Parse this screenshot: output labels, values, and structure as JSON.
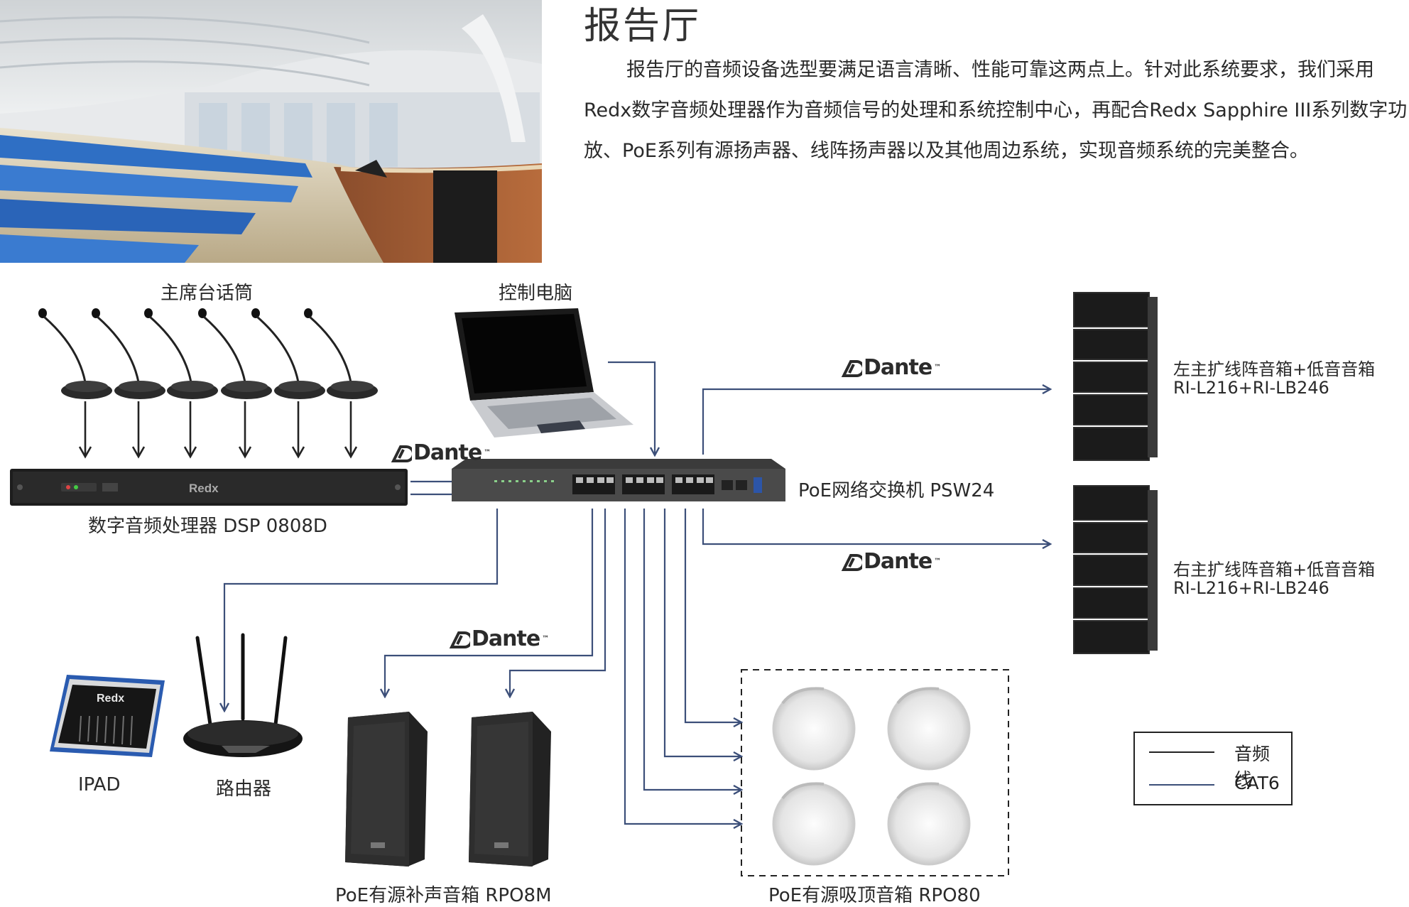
{
  "header": {
    "title": "报告厅",
    "paragraph": "报告厅的音频设备选型要满足语言清晰、性能可靠这两点上。针对此系统要求，我们采用Redx数字音频处理器作为音频信号的处理和系统控制中心，再配合Redx Sapphire III系列数字功放、PoE系列有源扬声器、线阵扬声器以及其他周边系统，实现音频系统的完美整合。"
  },
  "devices": {
    "mics": "主席台话筒",
    "control_pc": "控制电脑",
    "dsp": "数字音频处理器 DSP 0808D",
    "switch": "PoE网络交换机 PSW24",
    "left_array": {
      "line1": "左主扩线阵音箱+低音音箱",
      "line2": "RI-L216+RI-LB246"
    },
    "right_array": {
      "line1": "右主扩线阵音箱+低音音箱",
      "line2": "RI-L216+RI-LB246"
    },
    "ipad": "IPAD",
    "router": "路由器",
    "poe_fill": "PoE有源补声音箱 RPO8M",
    "poe_ceiling": "PoE有源吸顶音箱 RPO80"
  },
  "brand": {
    "logo_text": "Redx"
  },
  "dante": {
    "text": "Dante",
    "tm": "™"
  },
  "legend": {
    "audio_label": "音频线",
    "cat6_label": "CAT6"
  },
  "colors": {
    "audio_line": "#222222",
    "cat6_line": "#3c4f79",
    "seat_blue": "#2f6fc4",
    "device_black": "#1b1b1b"
  }
}
